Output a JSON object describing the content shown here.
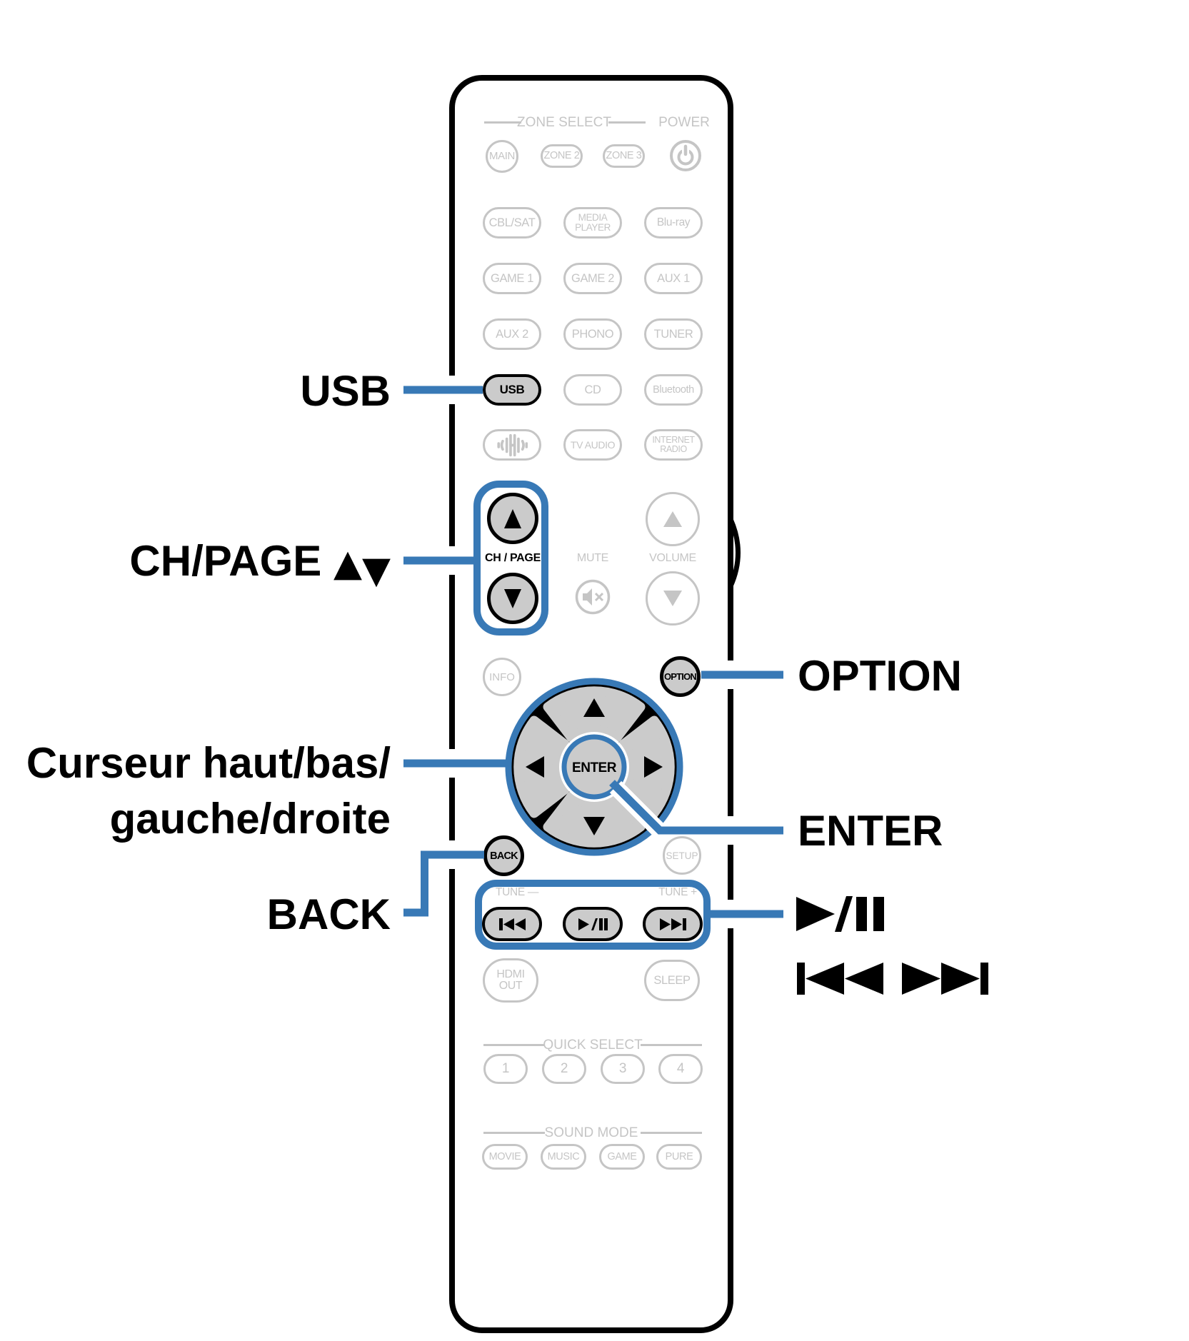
{
  "callouts": {
    "usb": "USB",
    "ch_page": "CH/PAGE",
    "up_arrow": "▲",
    "down_arrow": "▼",
    "cursor_line1": "Curseur haut/bas/",
    "cursor_line2": "gauche/droite",
    "back": "BACK",
    "option": "OPTION",
    "enter": "ENTER"
  },
  "remote": {
    "zone_select": "ZONE SELECT",
    "power": "POWER",
    "main": "MAIN",
    "zone2": "ZONE 2",
    "zone3": "ZONE 3",
    "cbl_sat": "CBL/SAT",
    "media1": "MEDIA",
    "media2": "PLAYER",
    "bluray": "Blu-ray",
    "game1": "GAME 1",
    "game2": "GAME 2",
    "aux1": "AUX 1",
    "aux2": "AUX 2",
    "phono": "PHONO",
    "tuner": "TUNER",
    "usb": "USB",
    "cd": "CD",
    "bluetooth": "Bluetooth",
    "tv_audio": "TV AUDIO",
    "internet1": "INTERNET",
    "internet2": "RADIO",
    "ch_page": "CH / PAGE",
    "mute": "MUTE",
    "volume": "VOLUME",
    "info": "INFO",
    "option": "OPTION",
    "enter": "ENTER",
    "back": "BACK",
    "setup": "SETUP",
    "tune_minus": "TUNE —",
    "tune_plus": "TUNE +",
    "hdmi1": "HDMI",
    "hdmi2": "OUT",
    "sleep": "SLEEP",
    "quick_select": "QUICK SELECT",
    "q1": "1",
    "q2": "2",
    "q3": "3",
    "q4": "4",
    "sound_mode": "SOUND MODE",
    "movie": "MOVIE",
    "music": "MUSIC",
    "game": "GAME",
    "pure": "PURE"
  },
  "colors": {
    "accent_blue": "#3879B6",
    "inactive_gray": "#C5C5C5",
    "active_button_fill": "#CBCBCB",
    "label_black": "#000000"
  }
}
